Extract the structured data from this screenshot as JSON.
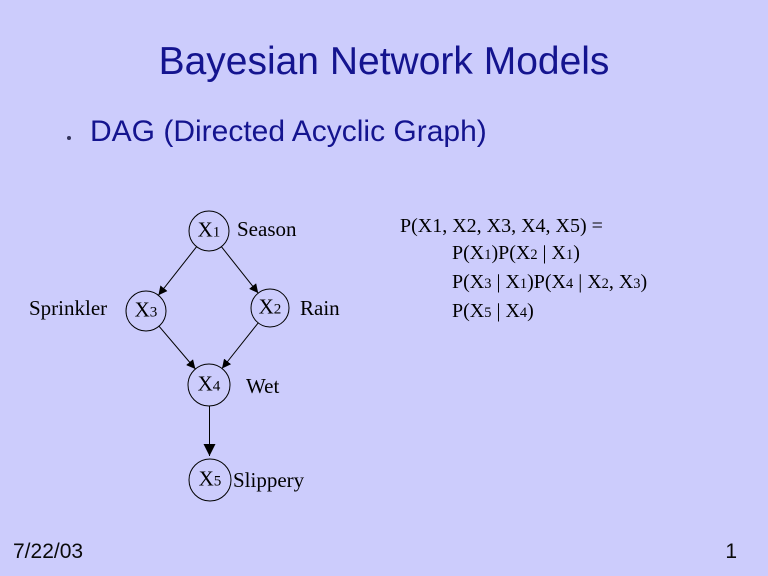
{
  "slide": {
    "title": "Bayesian Network Models",
    "bullet": "DAG (Directed Acyclic Graph)",
    "footer_date": "7/22/03",
    "page_number": "1"
  },
  "diagram": {
    "nodes": [
      {
        "id": "X1",
        "label": "Season"
      },
      {
        "id": "X3",
        "label": "Sprinkler"
      },
      {
        "id": "X2",
        "label": "Rain"
      },
      {
        "id": "X4",
        "label": "Wet"
      },
      {
        "id": "X5",
        "label": "Slippery"
      }
    ],
    "edges": [
      {
        "from": "X1",
        "to": "X3"
      },
      {
        "from": "X1",
        "to": "X2"
      },
      {
        "from": "X3",
        "to": "X4"
      },
      {
        "from": "X2",
        "to": "X4"
      },
      {
        "from": "X4",
        "to": "X5"
      }
    ]
  },
  "formula": {
    "lines": [
      "P(X1, X2, X3, X4, X5) =",
      "P(X1)P(X2 | X1)",
      "P(X3 | X1)P(X4 | X2, X3)",
      "P(X5 | X4)"
    ]
  },
  "colors": {
    "background": "#ccccfc",
    "heading_text": "#14148f",
    "diagram_ink": "#000000"
  }
}
